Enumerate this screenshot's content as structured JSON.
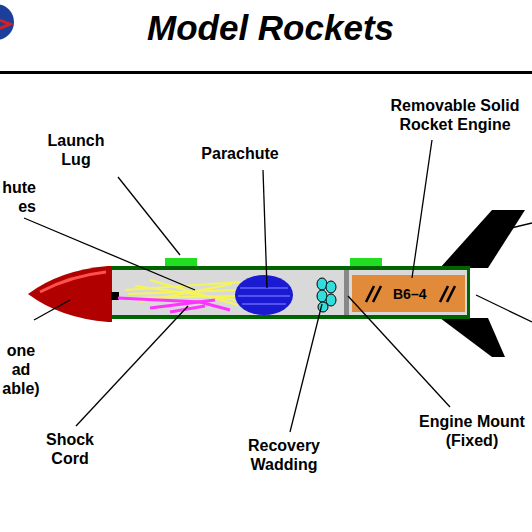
{
  "diagram": {
    "title": "Model Rockets",
    "labels": [
      "Launch Lug",
      "Parachute",
      "Removable Solid Rocket Engine",
      "hute es",
      "one ad able)",
      "Shock Cord",
      "Recovery Wadding",
      "Engine Mount (Fixed)",
      "B6–4"
    ]
  }
}
